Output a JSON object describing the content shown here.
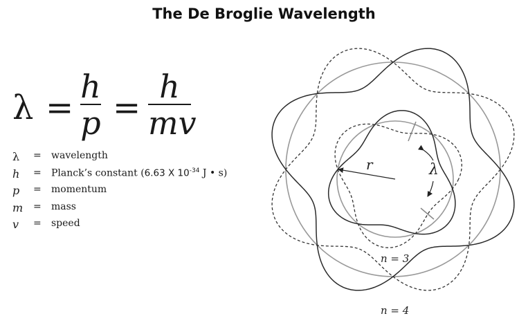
{
  "title": "The De Broglie Wavelength",
  "formula": {
    "lambda": "λ",
    "equals": "=",
    "frac1_num": "h",
    "frac1_den": "p",
    "frac2_num": "h",
    "frac2_den": "mv"
  },
  "legend": [
    {
      "symbol": "λ",
      "eq": "=",
      "desc": "wavelength"
    },
    {
      "symbol": "h",
      "eq": "=",
      "desc_prefix": "Planck’s constant (",
      "value": "6.63 X 10",
      "exponent": "-34",
      "desc_suffix": " J • s)"
    },
    {
      "symbol": "p",
      "eq": "=",
      "desc": "momentum"
    },
    {
      "symbol": "m",
      "eq": "=",
      "desc": "mass"
    },
    {
      "symbol": "v",
      "eq": "=",
      "desc": "speed"
    }
  ],
  "diagram": {
    "labels": {
      "radius": "r",
      "wavelength": "λ",
      "inner_orbit": "n = 3",
      "outer_orbit": "n = 4"
    },
    "colors": {
      "solid_wave": "#2a2a2a",
      "dashed_wave": "#333333",
      "orbit_circle": "#999999"
    }
  }
}
